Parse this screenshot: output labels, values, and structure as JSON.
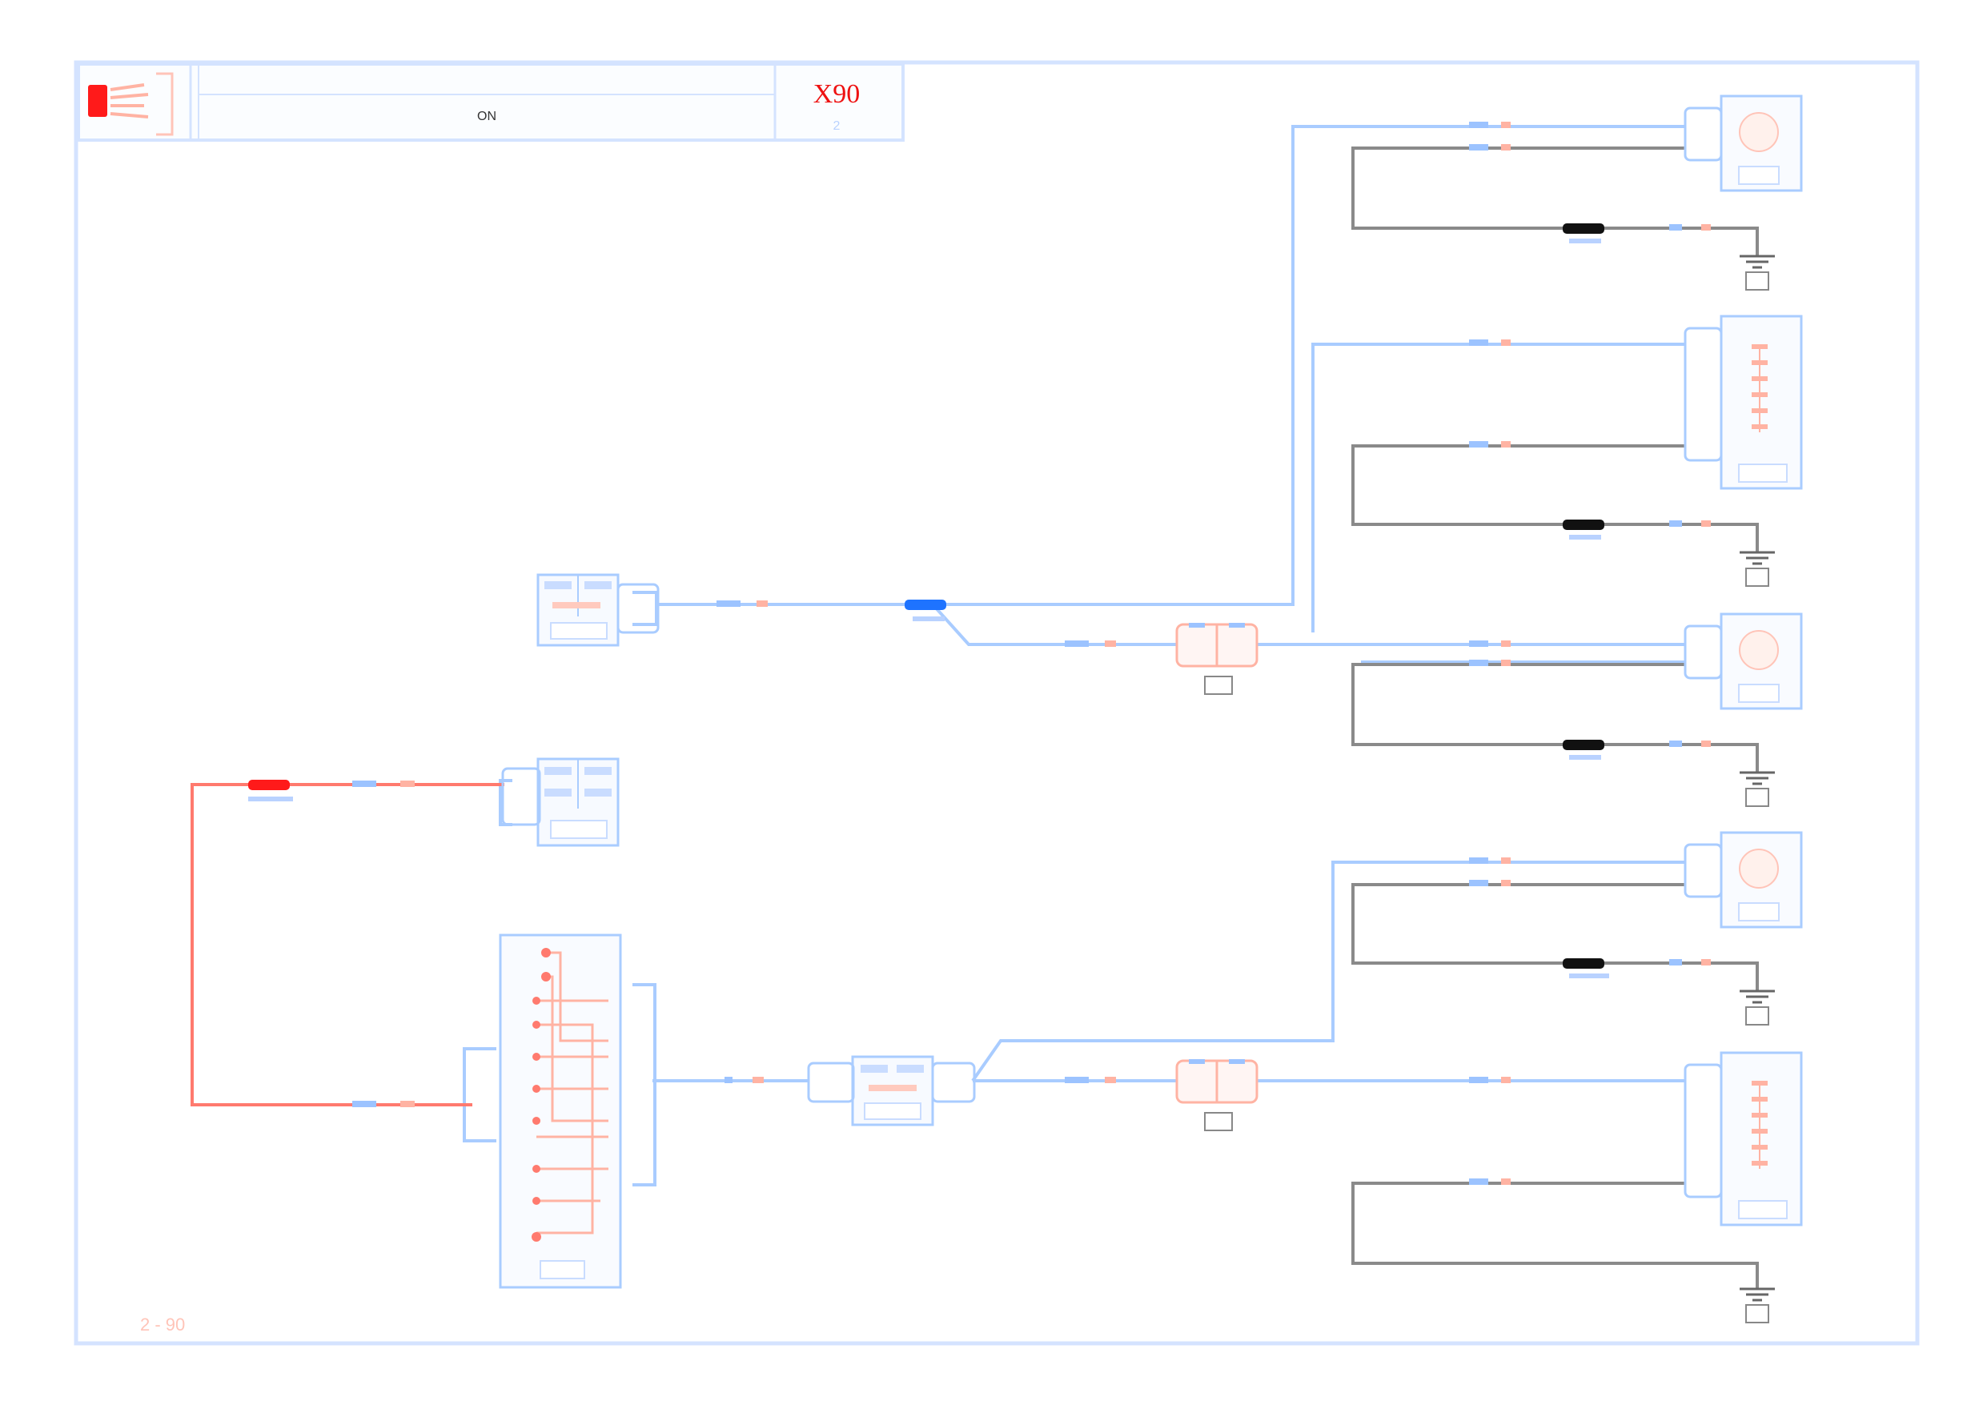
{
  "header": {
    "center_text": "ON",
    "code": "X90",
    "subcode": "2"
  },
  "footer": {
    "page_ref": "2 - 90"
  },
  "colors": {
    "frame": "#cfe0ff",
    "wire_blue": "#9cc3ff",
    "wire_red": "#ff6b5e",
    "wire_gray": "#888888",
    "code_red": "#e11",
    "splice_blue": "#1e73ff",
    "splice_red": "#ff1a1a",
    "splice_black": "#111111",
    "accent_pink": "#ffb3a3"
  }
}
